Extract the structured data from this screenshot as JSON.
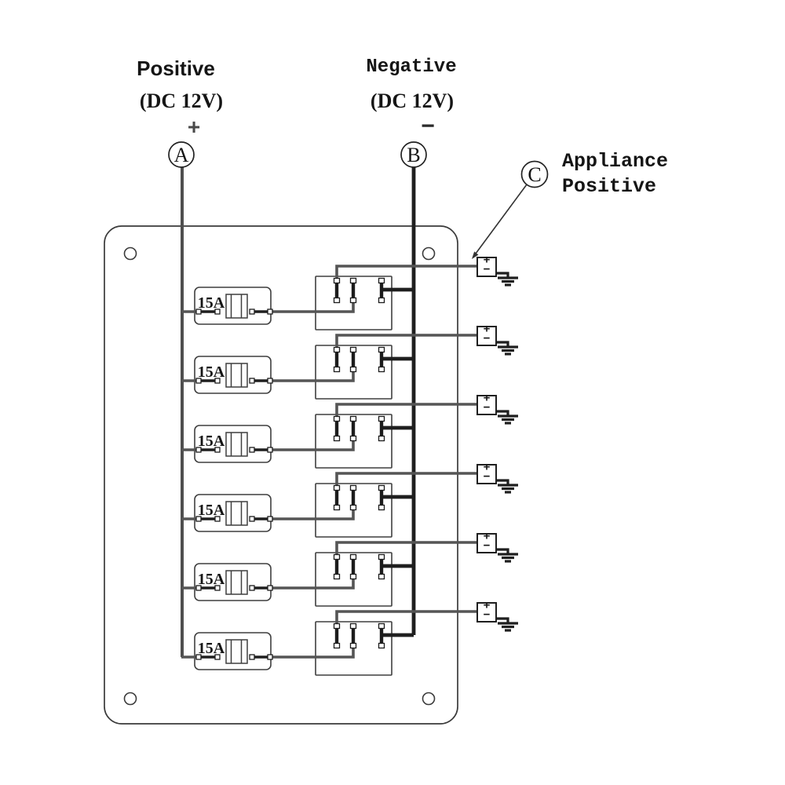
{
  "diagram": {
    "positive_source": {
      "title": "Positive",
      "voltage": "(DC 12V)",
      "polarity_symbol": "+",
      "terminal_letter": "A"
    },
    "negative_source": {
      "title": "Negative",
      "voltage": "(DC 12V)",
      "polarity_symbol": "−",
      "terminal_letter": "B"
    },
    "appliance_output": {
      "terminal_letter": "C",
      "label_line1": "Appliance",
      "label_line2": "Positive",
      "connector_plus": "+",
      "connector_minus": "−"
    },
    "panel": {
      "circuit_count": 6,
      "fuse_rating": "15A"
    },
    "colors": {
      "wire_gray": "#555555",
      "wire_dark": "#1f1f1f",
      "panel_outline": "#3a3a3a",
      "text": "#151515"
    }
  }
}
